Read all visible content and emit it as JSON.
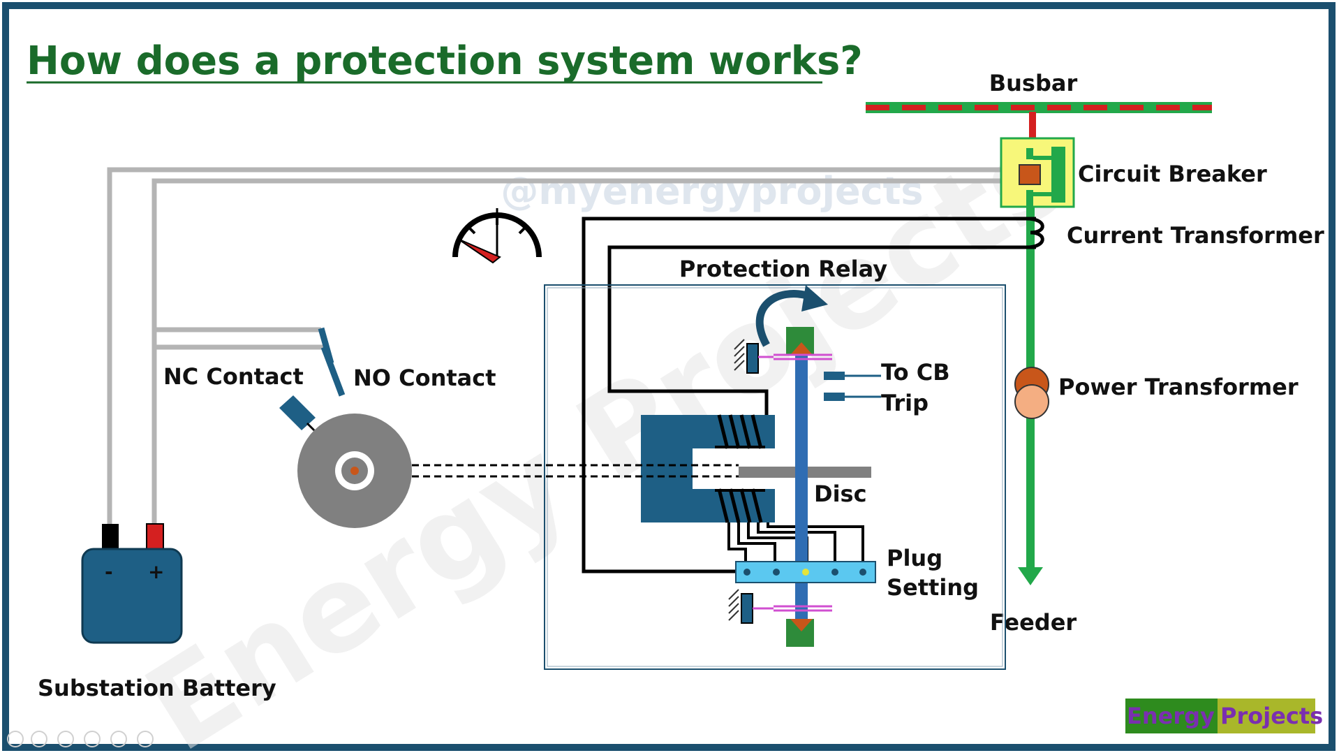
{
  "title": "How does a protection system works?",
  "watermark_handle": "@myenergyprojects",
  "watermark_brand": "Energy Projects",
  "labels": {
    "busbar": "Busbar",
    "circuit_breaker": "Circuit Breaker",
    "current_transformer": "Current Transformer",
    "protection_relay": "Protection Relay",
    "to_cb_line1": "To CB",
    "to_cb_line2": "Trip",
    "power_transformer": "Power Transformer",
    "disc": "Disc",
    "plug_line1": "Plug",
    "plug_line2": "Setting",
    "feeder": "Feeder",
    "nc_contact": "NC Contact",
    "no_contact": "NO Contact",
    "battery": "Substation Battery",
    "battery_minus": "-",
    "battery_plus": "+"
  },
  "logo": {
    "word1": "Energy",
    "word2": "Projects"
  },
  "colors": {
    "frame": "#1b4f6e",
    "title_green": "#1a6b2a",
    "busbar_green": "#22a84a",
    "busbar_red": "#d42020",
    "breaker_yellow": "#f7f77a",
    "breaker_orange": "#c8561a",
    "relay_blue": "#1e5f85",
    "disc_gray": "#808080",
    "wire_gray": "#b4b4b4",
    "plug_cyan": "#5bc8f0",
    "battery_blue": "#1e5f85",
    "logo_green": "#2e8b1e",
    "logo_purple": "#7a2fb0"
  }
}
